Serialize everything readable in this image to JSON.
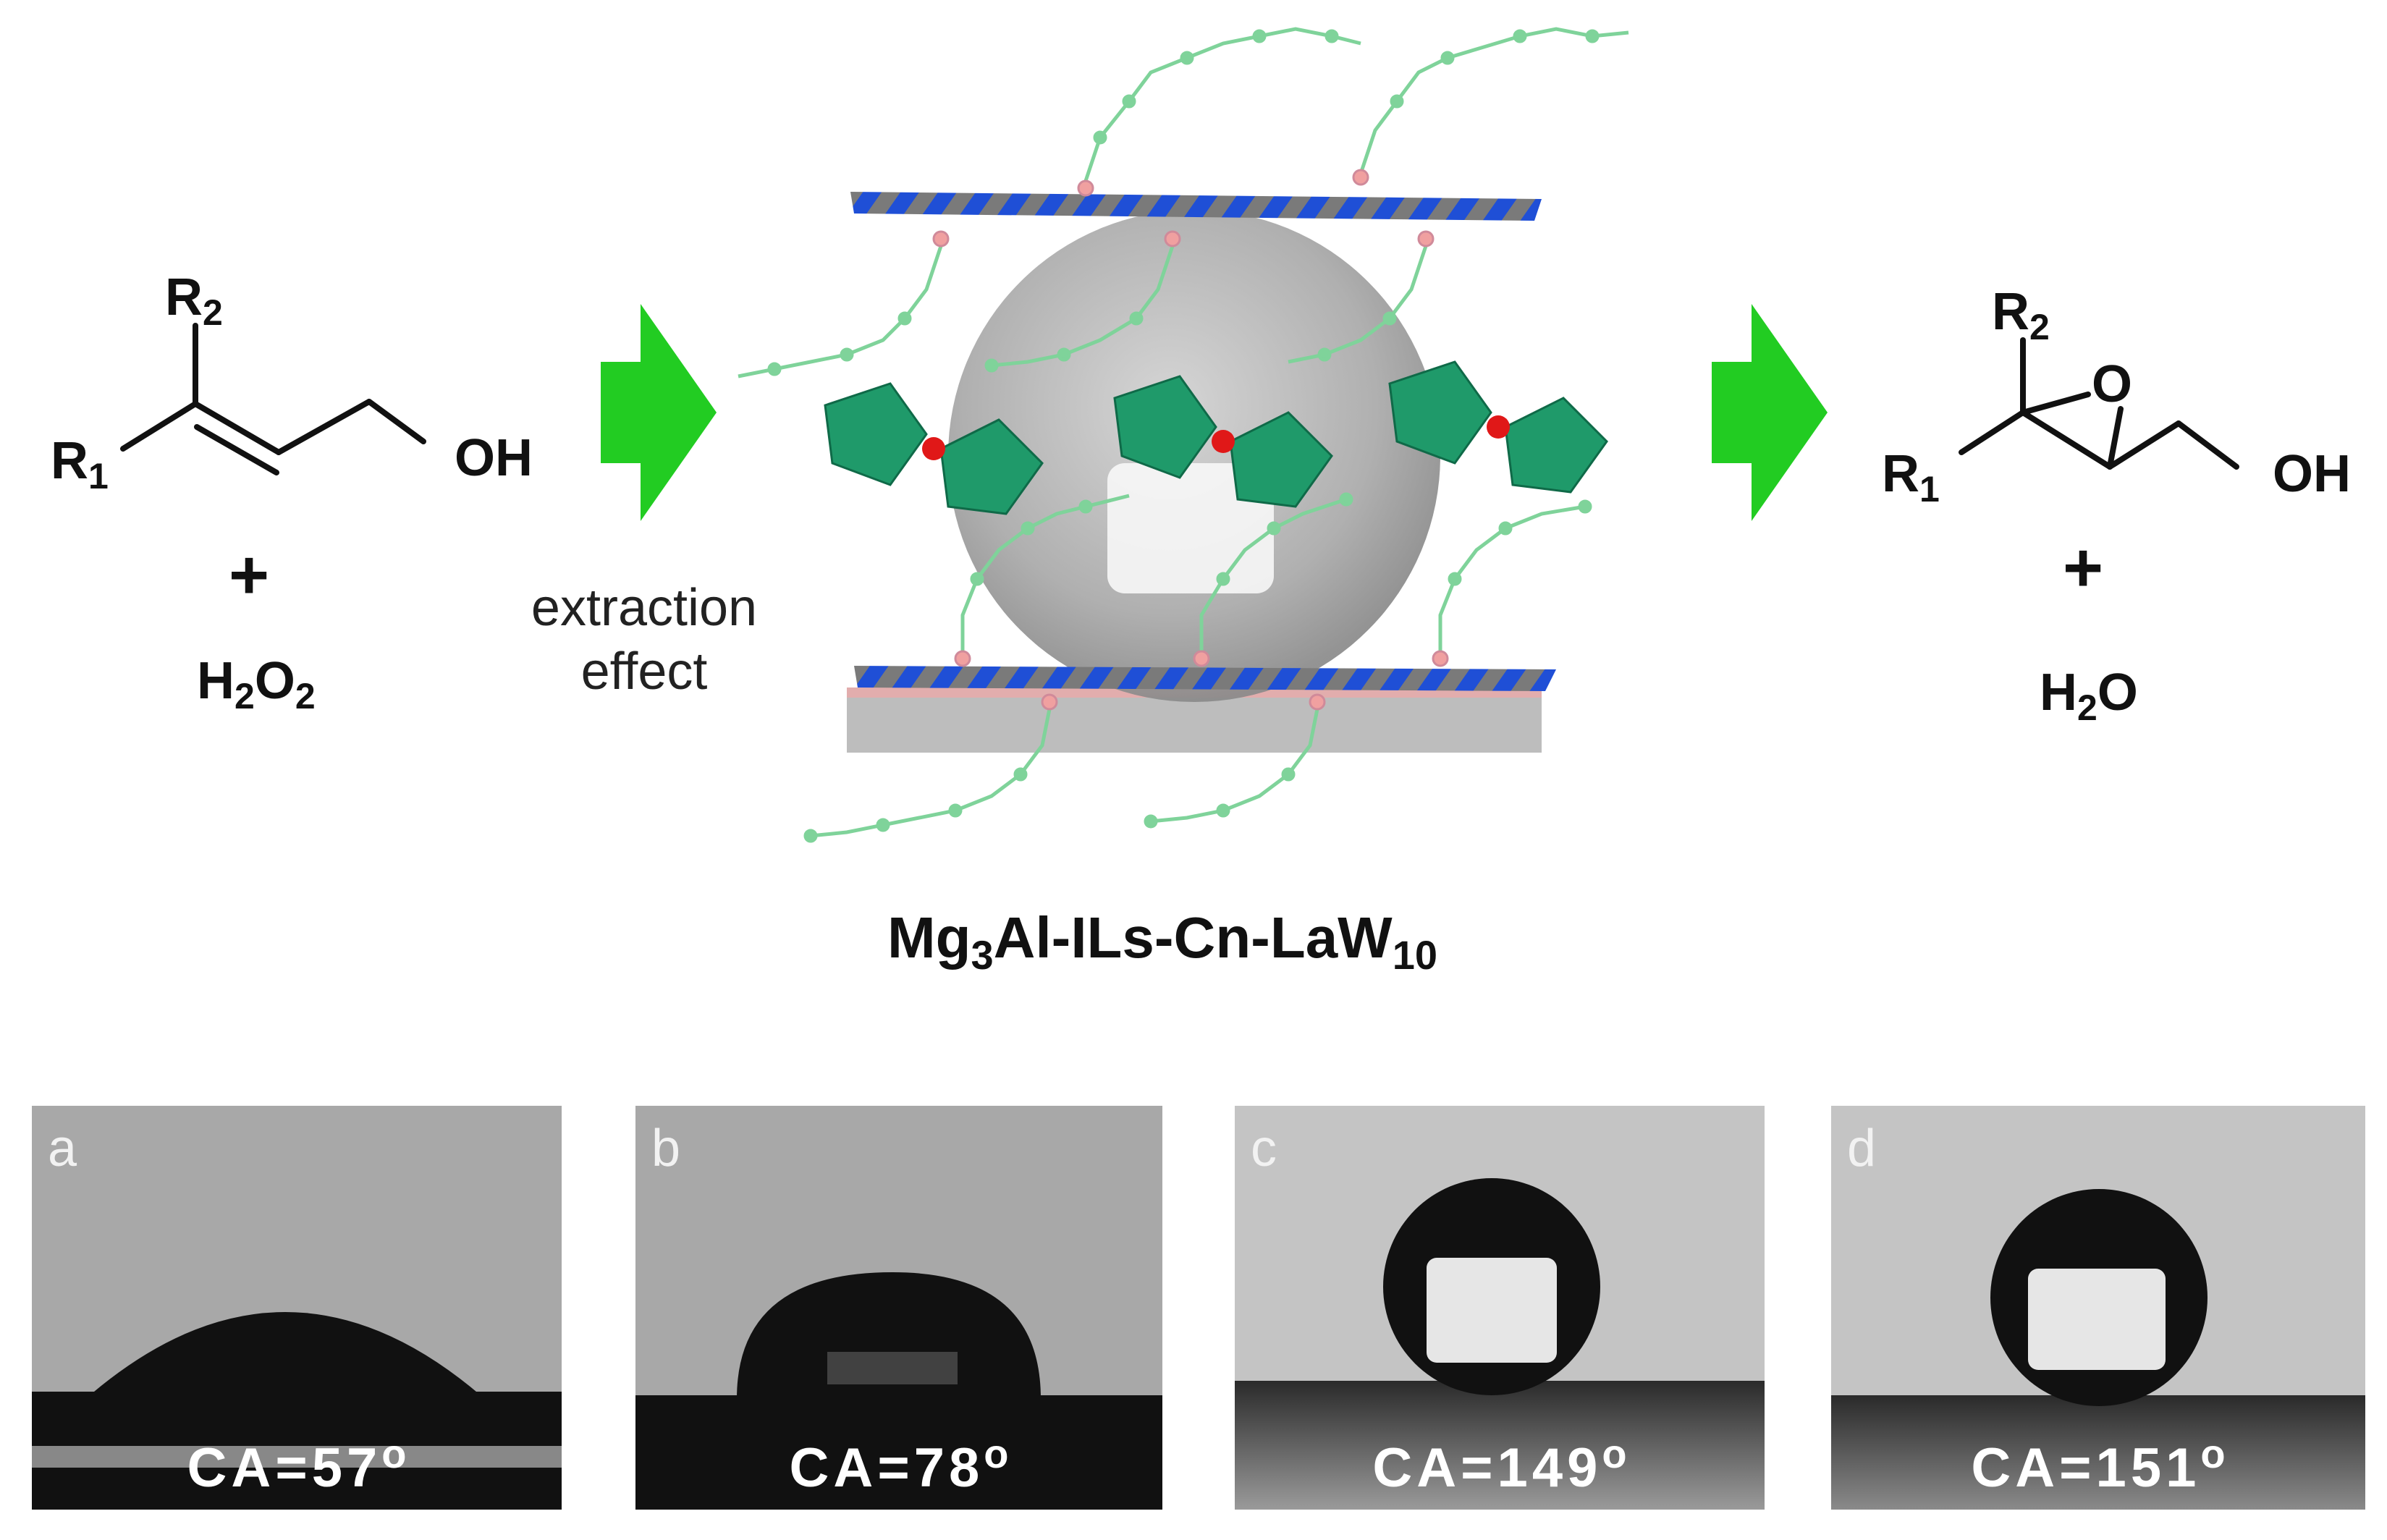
{
  "reactant": {
    "r1": "R",
    "r1_sub": "1",
    "r2": "R",
    "r2_sub": "2",
    "oh": "OH",
    "plus": "+",
    "oxidant_a": "H",
    "oxidant_a_sub": "2",
    "oxidant_b": "O",
    "oxidant_b_sub": "2"
  },
  "arrow_label": {
    "line1": "extraction",
    "line2": "effect"
  },
  "product": {
    "r1": "R",
    "r1_sub": "1",
    "r2": "R",
    "r2_sub": "2",
    "o": "O",
    "oh": "OH",
    "plus": "+",
    "water_a": "H",
    "water_sub": "2",
    "water_b": "O"
  },
  "catalyst": {
    "part1": "Mg",
    "sub1": "3",
    "part2": "Al-ILs-Cn-LaW",
    "sub2": "10"
  },
  "colors": {
    "arrow": "#22cc22",
    "layer_blue": "#1f4fd6",
    "layer_gray": "#7a7a7a",
    "chain": "#7fd39a",
    "polyhedron": "#1f9a6a",
    "la_atom": "#e01818"
  },
  "panels": [
    {
      "label": "a",
      "ca_text": "CA=57",
      "degree": "o"
    },
    {
      "label": "b",
      "ca_text": "CA=78",
      "degree": "o"
    },
    {
      "label": "c",
      "ca_text": "CA=149",
      "degree": "o"
    },
    {
      "label": "d",
      "ca_text": "CA=151",
      "degree": "o"
    }
  ]
}
